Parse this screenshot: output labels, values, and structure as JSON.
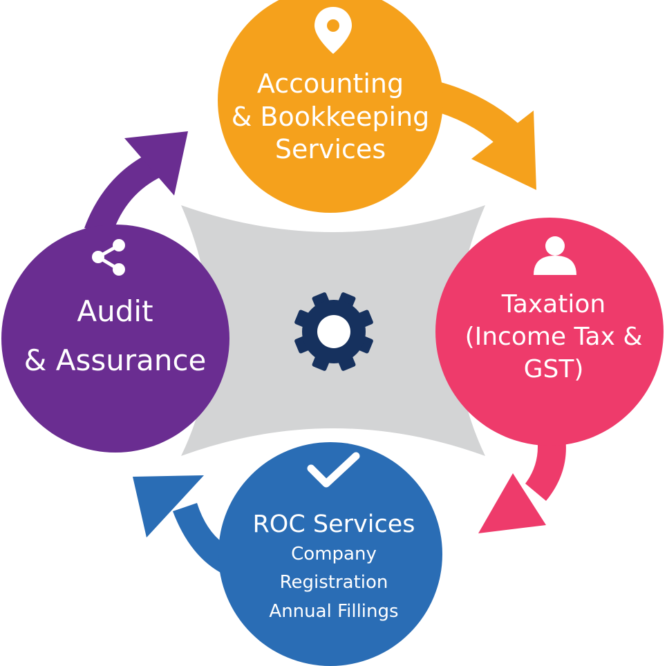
{
  "diagram": {
    "nodes": [
      {
        "id": "accounting",
        "lines": [
          "Accounting",
          "& Bookkeeping",
          "Services"
        ],
        "icon": "location-pin-icon",
        "color": "#f5a11c"
      },
      {
        "id": "taxation",
        "lines": [
          "Taxation",
          "(Income Tax &",
          "GST)"
        ],
        "icon": "user-icon",
        "color": "#ee3b6b"
      },
      {
        "id": "roc",
        "title": "ROC Services",
        "lines": [
          "Company",
          "Registration",
          "Annual Fillings"
        ],
        "icon": "checkmark-icon",
        "color": "#2a6db5"
      },
      {
        "id": "audit",
        "lines": [
          "Audit",
          "& Assurance"
        ],
        "icon": "share-icon",
        "color": "#6a2d91"
      }
    ],
    "center": {
      "icon": "gear-icon",
      "color": "#16315e",
      "backdrop": "#d3d4d5"
    }
  }
}
